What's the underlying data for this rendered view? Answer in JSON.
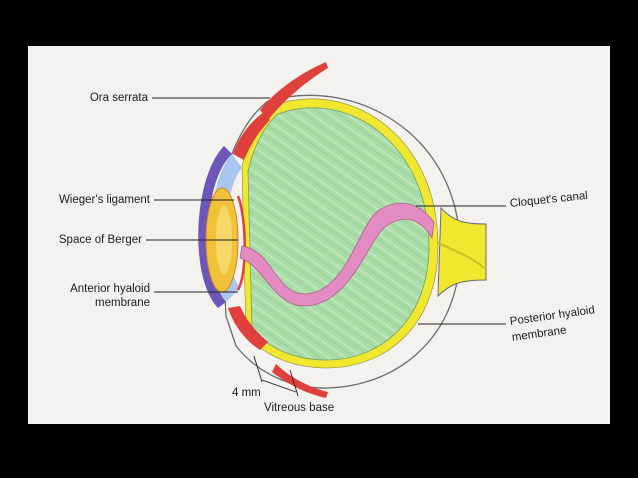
{
  "labels": {
    "ora_serrata": "Ora serrata",
    "wiegers_ligament": "Wieger's  ligament",
    "space_of_berger": "Space of Berger",
    "anterior_hyaloid_line1": "Anterior hyaloid",
    "anterior_hyaloid_line2": "membrane",
    "cloquets_canal": "Cloquet's canal",
    "posterior_hyaloid_line1": "Posterior hyaloid",
    "posterior_hyaloid_line2": "membrane",
    "distance": "4 mm",
    "vitreous_base": "Vitreous base"
  },
  "colors": {
    "background": "#000000",
    "page": "#f4f2ee",
    "vitreous": "#a9dca6",
    "hyaloid_membrane": "#f0e72e",
    "cloquets_canal": "#e38cc4",
    "cornea": "#6e55b8",
    "anterior_chamber": "#a9c6ee",
    "lens": "#f0c23a",
    "ciliary_body": "#e0403c",
    "optic_nerve": "#f0e72e"
  }
}
